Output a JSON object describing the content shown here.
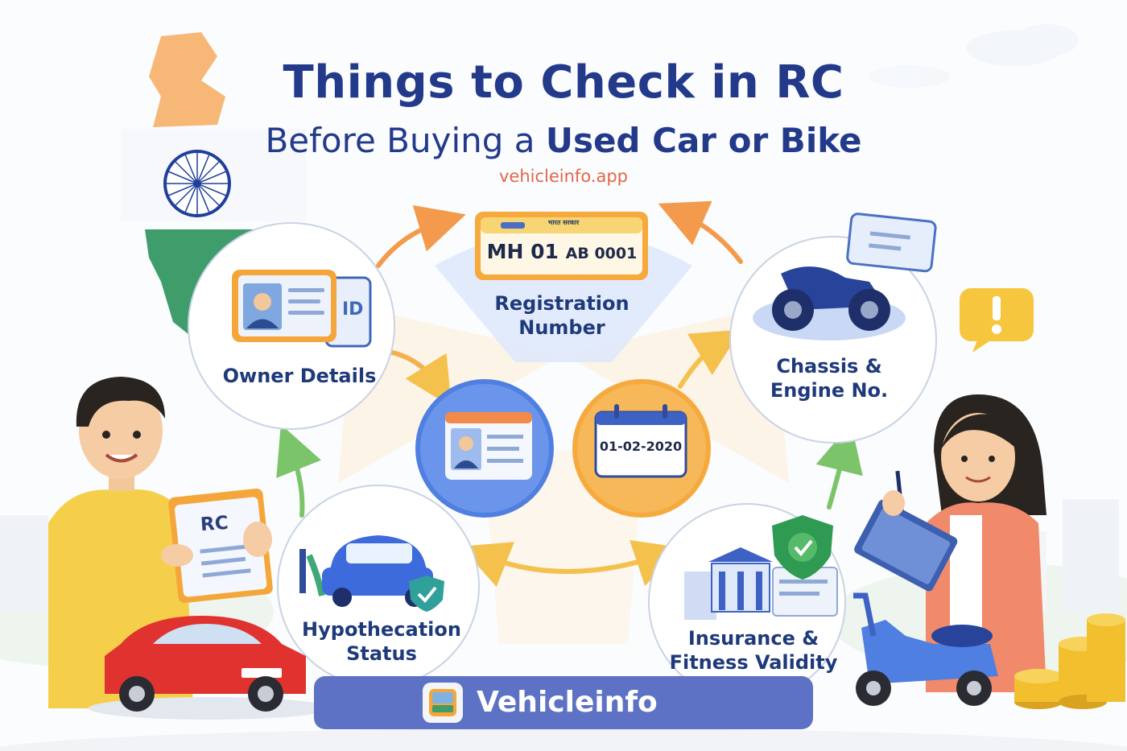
{
  "header": {
    "title": "Things to Check in RC",
    "subtitle_prefix": "Before Buying a ",
    "subtitle_bold": "Used Car or Bike",
    "website": "vehicleinfo.app"
  },
  "items": {
    "registration": {
      "label_line1": "Registration",
      "label_line2": "Number",
      "plate_main": "MH 01",
      "plate_small": "AB 0001",
      "plate_header": "भारत सरकार"
    },
    "owner": {
      "label": "Owner Details",
      "card_badge": "ID"
    },
    "chassis": {
      "label_line1": "Chassis &",
      "label_line2": "Engine No."
    },
    "hypothecation": {
      "label_line1": "Hypothecation",
      "label_line2": "Status"
    },
    "insurance": {
      "label_line1": "Insurance &",
      "label_line2": "Fitness Validity"
    },
    "center_date": "01-02-2020"
  },
  "illustration": {
    "document_label": "RC"
  },
  "footer": {
    "brand": "Vehicleinfo"
  },
  "colors": {
    "title_blue": "#233a8b",
    "accent_orange": "#e2664a",
    "brand_bar": "#5d72c4",
    "arrow_orange": "#f39a4c",
    "arrow_green": "#7cc46a",
    "saffron": "#f7b777",
    "india_green": "#3f9d6b"
  },
  "icons": [
    "india-map-icon",
    "ashoka-chakra-icon",
    "id-card-icon",
    "number-plate-icon",
    "bike-icon",
    "car-icon",
    "shield-check-icon",
    "bank-icon",
    "calendar-icon",
    "alert-icon",
    "scooter-icon",
    "coins-icon"
  ]
}
